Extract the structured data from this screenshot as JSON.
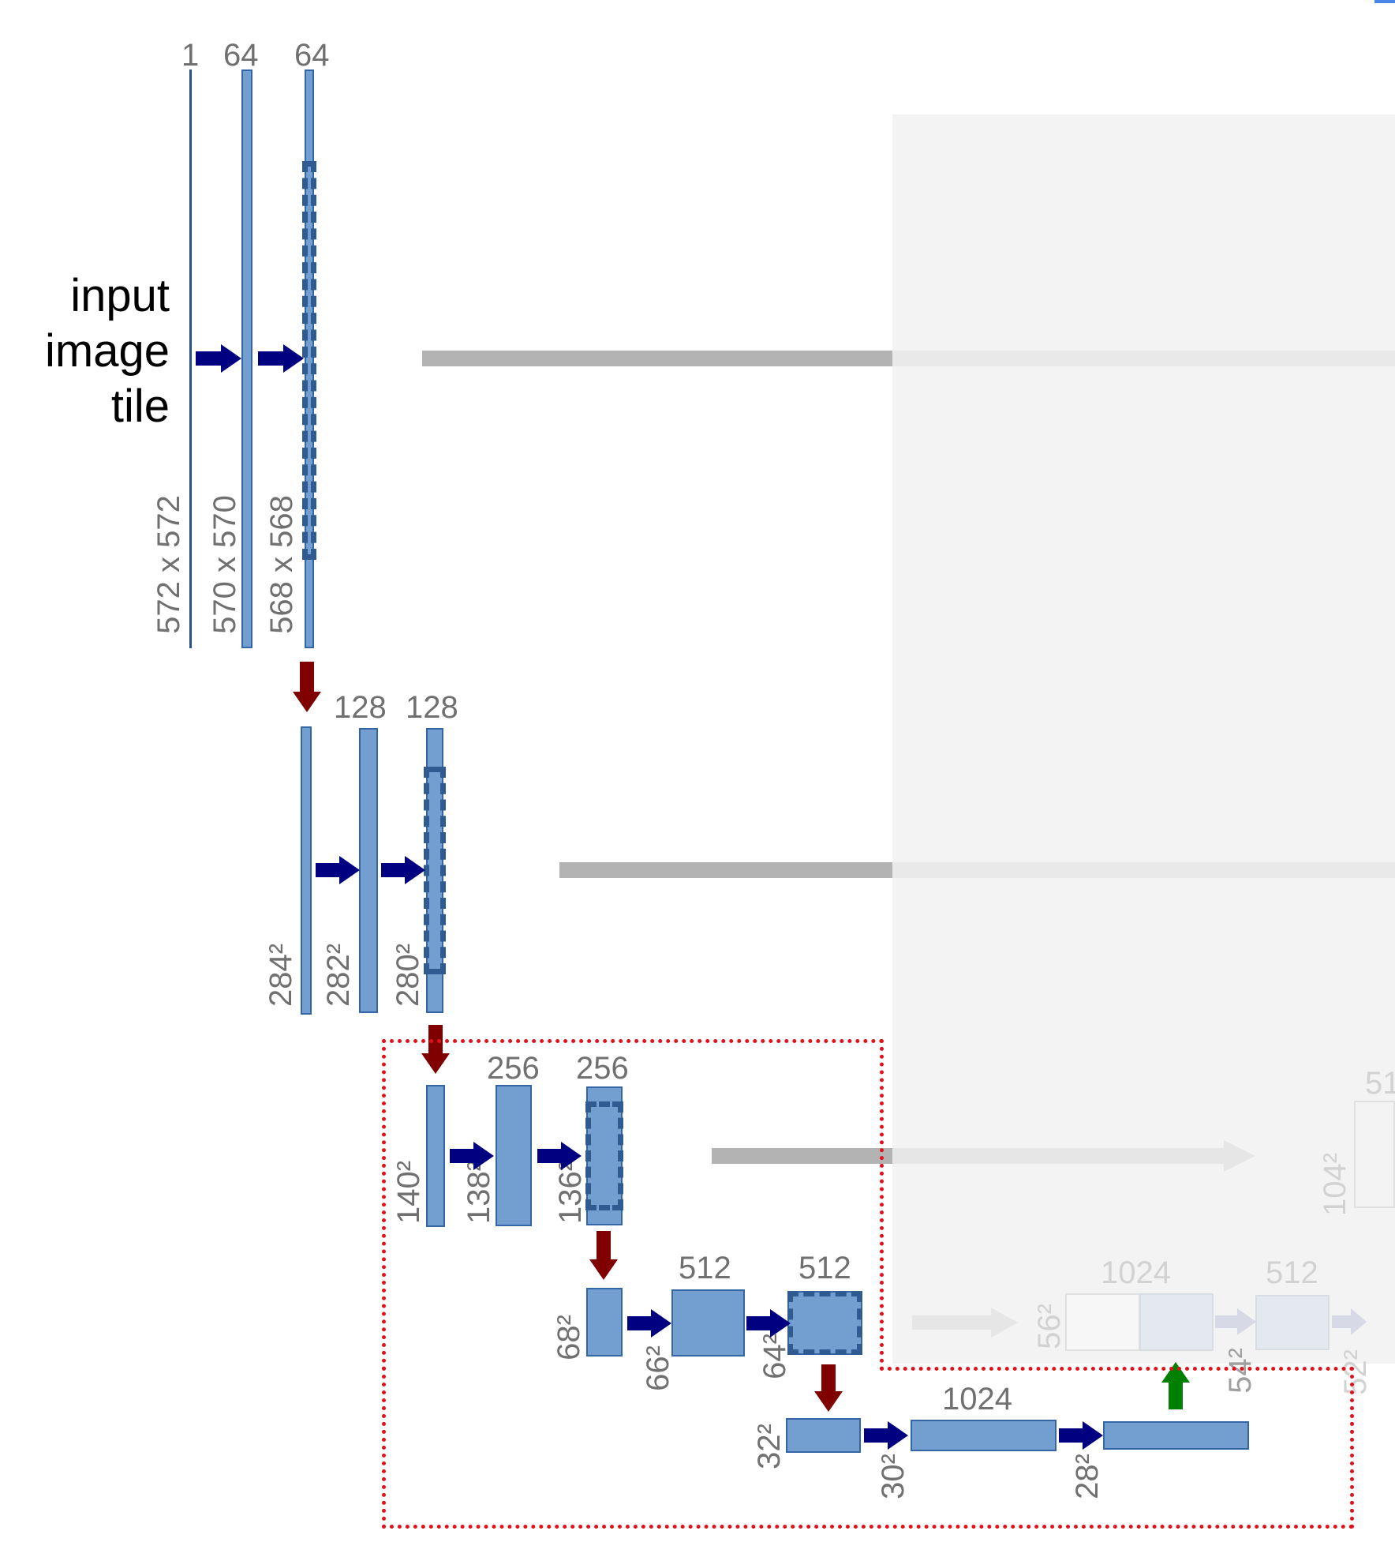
{
  "input_label": {
    "line1": "input",
    "line2": "image",
    "line3": "tile"
  },
  "level1": {
    "channels": [
      "1",
      "64",
      "64"
    ],
    "sizes": [
      "572 x 572",
      "570 x 570",
      "568 x 568"
    ]
  },
  "level2": {
    "channels": [
      "128",
      "128"
    ],
    "sizes": [
      "284²",
      "282²",
      "280²"
    ]
  },
  "level3": {
    "channels": [
      "256",
      "256"
    ],
    "sizes": [
      "140²",
      "138²",
      "136²"
    ],
    "partial_channel": "51",
    "partial_size": "104²"
  },
  "level4": {
    "channels": [
      "512",
      "512"
    ],
    "sizes": [
      "68²",
      "66²",
      "64²"
    ],
    "faint_channels": [
      "1024",
      "512"
    ],
    "faint_sizes": [
      "56²",
      "54²",
      "52²"
    ]
  },
  "level5": {
    "channels": [
      "1024"
    ],
    "sizes": [
      "32²",
      "30²",
      "28²"
    ]
  },
  "colors": {
    "feature_map": "#729fcf",
    "feature_border": "#3465a4",
    "conv_arrow": "#000080",
    "pool_arrow": "#800000",
    "upconv_arrow": "#008000",
    "copy_crop": "#b3b3b3",
    "highlight_box": "#e3121a"
  }
}
